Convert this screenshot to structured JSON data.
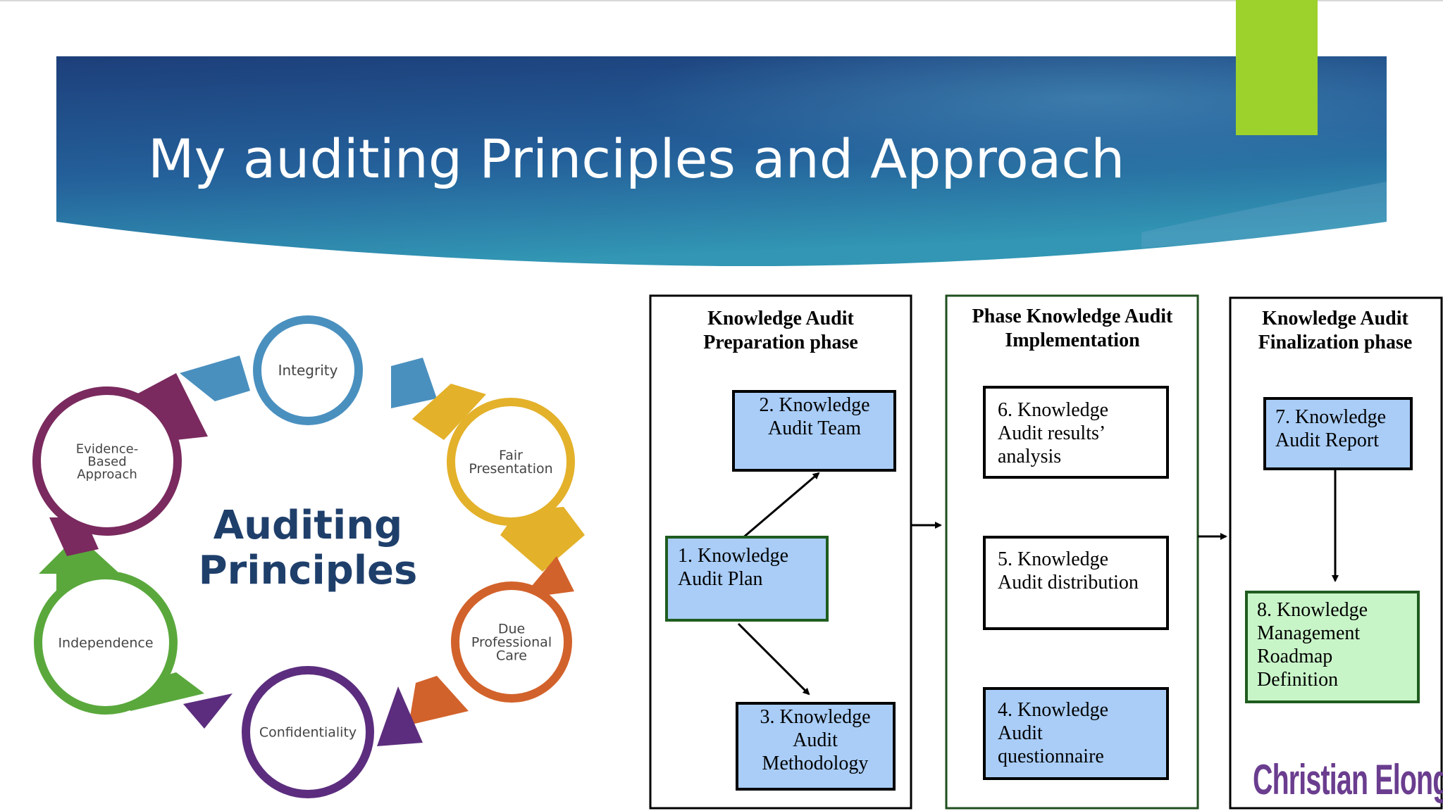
{
  "slide": {
    "title": "My auditing Principles and Approach",
    "accent_color": "#9dd12c",
    "banner_colors": [
      "#1d3f7a",
      "#2f83a8"
    ]
  },
  "principles_wheel": {
    "center_title": [
      "Auditing",
      "Principles"
    ],
    "center_color": "#1f3f6b",
    "items": [
      {
        "label": [
          "Integrity"
        ],
        "color": "#4a90bf"
      },
      {
        "label": [
          "Fair",
          "Presentation"
        ],
        "color": "#e3b12a"
      },
      {
        "label": [
          "Due",
          "Professional",
          "Care"
        ],
        "color": "#d2622b"
      },
      {
        "label": [
          "Confidentiality"
        ],
        "color": "#5c2d7e"
      },
      {
        "label": [
          "Independence"
        ],
        "color": "#5aa83c"
      },
      {
        "label": [
          "Evidence-",
          "Based",
          "Approach"
        ],
        "color": "#7a2a5e"
      }
    ]
  },
  "audit_flow": {
    "phases": [
      {
        "title": [
          "Knowledge Audit",
          "Preparation phase"
        ]
      },
      {
        "title": [
          "Phase Knowledge Audit",
          "Implementation"
        ]
      },
      {
        "title": [
          "Knowledge Audit",
          "Finalization phase"
        ]
      }
    ],
    "steps": [
      {
        "label": [
          "1. Knowledge",
          "Audit Plan"
        ],
        "fill": "#a9cdf7",
        "border": "#1f5c1f"
      },
      {
        "label": [
          "2. Knowledge",
          "Audit Team"
        ],
        "fill": "#a9cdf7",
        "border": "#000000"
      },
      {
        "label": [
          "3. Knowledge",
          "Audit",
          "Methodology"
        ],
        "fill": "#a9cdf7",
        "border": "#000000"
      },
      {
        "label": [
          "4. Knowledge",
          "Audit",
          "questionnaire"
        ],
        "fill": "#a9cdf7",
        "border": "#000000"
      },
      {
        "label": [
          "5. Knowledge",
          "Audit distribution"
        ],
        "fill": "#ffffff",
        "border": "#000000"
      },
      {
        "label": [
          "6. Knowledge",
          "Audit results’",
          "analysis"
        ],
        "fill": "#ffffff",
        "border": "#000000"
      },
      {
        "label": [
          "7. Knowledge",
          "Audit Report"
        ],
        "fill": "#a9cdf7",
        "border": "#000000"
      },
      {
        "label": [
          "8. Knowledge",
          "Management",
          "Roadmap",
          "Definition"
        ],
        "fill": "#c8f5c8",
        "border": "#1f5c1f"
      }
    ]
  },
  "signature": {
    "text": "Christian Elongué",
    "color": "#6a3d8f"
  }
}
